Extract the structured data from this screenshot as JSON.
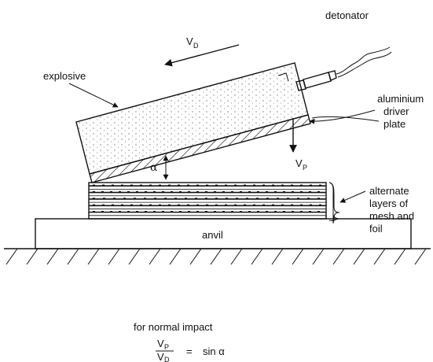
{
  "labels": {
    "detonator": "detonator",
    "explosive": "explosive",
    "vd_main": "V",
    "vd_sub": "D",
    "vp_main": "V",
    "vp_sub": "P",
    "alpha": "α",
    "driver_line1": "aluminium",
    "driver_line2": "driver",
    "driver_line3": "plate",
    "layers_line1": "alternate",
    "layers_line2": "layers of",
    "layers_line3": "mesh and",
    "layers_line4": "foil",
    "anvil": "anvil"
  },
  "caption": {
    "line1": "for normal impact",
    "frac_num_main": "V",
    "frac_num_sub": "P",
    "frac_den_main": "V",
    "frac_den_sub": "D",
    "equals": "=",
    "rhs": "sin α"
  },
  "colors": {
    "ink": "#111111",
    "paper": "#ffffff"
  }
}
